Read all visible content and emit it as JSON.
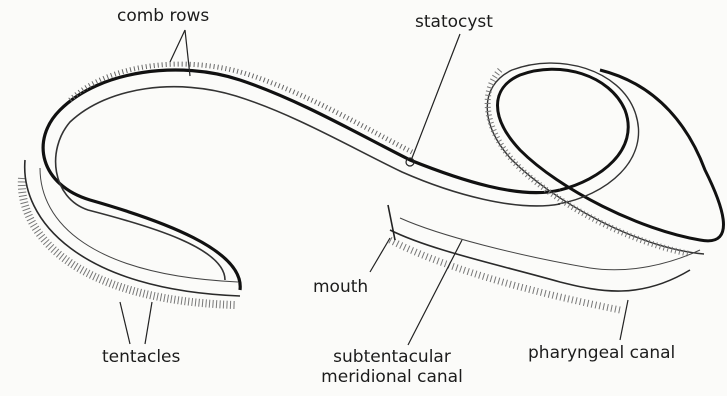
{
  "labels": {
    "comb_rows": "comb rows",
    "statocyst": "statocyst",
    "mouth": "mouth",
    "tentacles": "tentacles",
    "subtentacular_line1": "subtentacular",
    "subtentacular_line2": "meridional canal",
    "pharyngeal_canal": "pharyngeal canal"
  },
  "colors": {
    "ink": "#1c1c1c",
    "faint_ink": "#6a6a6a",
    "paper": "#fbfbf9"
  }
}
